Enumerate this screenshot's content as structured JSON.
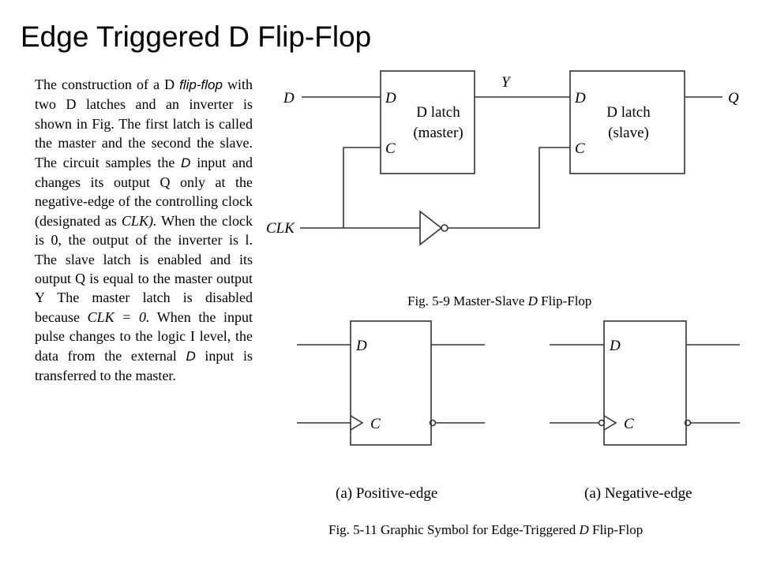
{
  "title": "Edge Triggered D Flip-Flop",
  "paragraph": {
    "seg1": "The construction of a D ",
    "seg2": "flip-flop",
    "seg3": " with two D latches and an inverter is shown in Fig. The first latch is called the master and the second the slave. The circuit samples the ",
    "seg4": "D",
    "seg5": " input and changes its output Q only at the negative-edge of the controlling clock (designated as ",
    "seg6": "CLK).",
    "seg7": " When the clock is 0, the output of the inverter is l. The slave latch is enabled and its output Q is equal to the master output Y The master latch is disabled because ",
    "seg8": "CLK = 0.",
    "seg9": " When the input pulse changes to the logic I level, the data from the external ",
    "seg10": "D",
    "seg11": " input is transferred to the master."
  },
  "fig59": {
    "input_d": "D",
    "clk": "CLK",
    "y": "Y",
    "q": "Q",
    "master": {
      "d": "D",
      "c": "C",
      "line1": "D latch",
      "line2": "(master)"
    },
    "slave": {
      "d": "D",
      "c": "C",
      "line1": "D latch",
      "line2": "(slave)"
    },
    "caption_prefix": "Fig. 5-9  Master-Slave ",
    "caption_d": "D",
    "caption_suffix": " Flip-Flop"
  },
  "fig511": {
    "pos": {
      "d": "D",
      "c": "C",
      "label": "(a) Positive-edge"
    },
    "neg": {
      "d": "D",
      "c": "C",
      "label": "(a) Negative-edge"
    },
    "caption_prefix": "Fig. 5-11  Graphic Symbol for Edge-Triggered ",
    "caption_d": "D",
    "caption_suffix": " Flip-Flop"
  }
}
